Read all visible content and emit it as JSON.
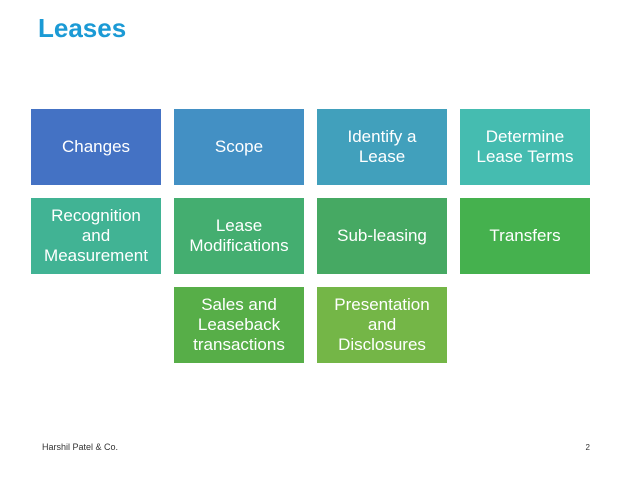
{
  "slide": {
    "title": "Leases",
    "colors": {
      "title": "#1B9AD5",
      "footer_text": "#333333",
      "background": "#FFFFFF"
    },
    "boxes": [
      {
        "label": "Changes",
        "color": "#4472C4"
      },
      {
        "label": "Scope",
        "color": "#4390C4"
      },
      {
        "label": "Identify a Lease",
        "color": "#41A0BC"
      },
      {
        "label": "Determine Lease Terms",
        "color": "#45BCB0"
      },
      {
        "label": "Recognition and Measurement",
        "color": "#41B394"
      },
      {
        "label": "Lease Modifications",
        "color": "#44AE70"
      },
      {
        "label": "Sub-leasing",
        "color": "#46A963"
      },
      {
        "label": "Transfers",
        "color": "#45B14E"
      },
      {
        "label": "Sales and Leaseback transactions",
        "color": "#57AE48"
      },
      {
        "label": "Presentation and Disclosures",
        "color": "#74B647"
      }
    ],
    "footer": {
      "company": "Harshil Patel & Co.",
      "page_number": "2"
    }
  }
}
